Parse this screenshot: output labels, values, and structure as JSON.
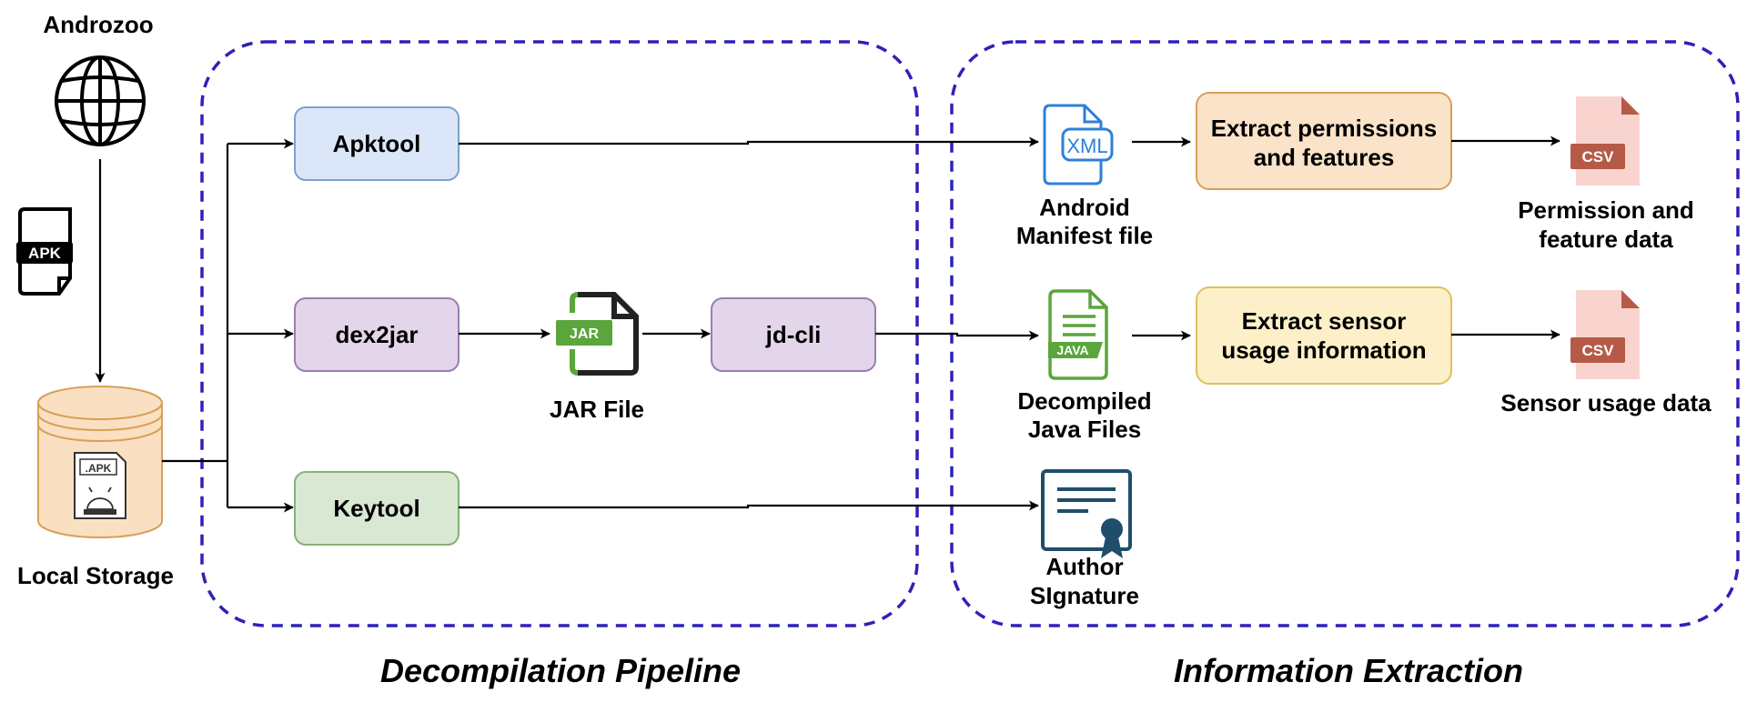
{
  "source": {
    "label": "Androzoo",
    "icon": "globe-icon"
  },
  "apk_file": {
    "badge": "APK",
    "icon": "apk-file-icon"
  },
  "storage": {
    "label": "Local Storage",
    "badge": ".APK",
    "icon": "database-icon",
    "color": "#fae0c2"
  },
  "sections": {
    "decompilation": {
      "title": "Decompilation Pipeline"
    },
    "extraction": {
      "title": "Information Extraction"
    },
    "border_color": "#2d22b8"
  },
  "tools": {
    "apktool": {
      "label": "Apktool",
      "fill": "#dbe7f9",
      "stroke": "#7fa0cf"
    },
    "dex2jar": {
      "label": "dex2jar",
      "fill": "#e3d5ea",
      "stroke": "#9b7fae"
    },
    "keytool": {
      "label": "Keytool",
      "fill": "#d8e8d3",
      "stroke": "#86b177"
    },
    "jdcli": {
      "label": "jd-cli",
      "fill": "#e3d5ea",
      "stroke": "#9b7fae"
    }
  },
  "jar": {
    "label": "JAR File",
    "badge": "JAR",
    "icon": "jar-file-icon",
    "color": "#5aa53c"
  },
  "manifest": {
    "label_line1": "Android",
    "label_line2": "Manifest file",
    "badge": "XML",
    "icon": "xml-file-icon",
    "color": "#2f7fd8"
  },
  "java": {
    "label_line1": "Decompiled",
    "label_line2": "Java Files",
    "badge": "JAVA",
    "icon": "java-file-icon",
    "color": "#5aa53c"
  },
  "signature": {
    "label_line1": "Author",
    "label_line2": "SIgnature",
    "icon": "certificate-icon",
    "color": "#1f4e6b"
  },
  "processes": {
    "permissions": {
      "line1": "Extract permissions",
      "line2": "and features",
      "fill": "#fae3c8",
      "stroke": "#d9a058"
    },
    "sensor": {
      "line1": "Extract sensor",
      "line2": "usage information",
      "fill": "#fdf0c8",
      "stroke": "#e0c060"
    }
  },
  "outputs": {
    "permission_data": {
      "label_line1": "Permission and",
      "label_line2": "feature data",
      "badge": "CSV",
      "icon": "csv-file-icon",
      "color": "#b55a47"
    },
    "sensor_data": {
      "label": "Sensor usage data",
      "badge": "CSV",
      "icon": "csv-file-icon",
      "color": "#b55a47"
    }
  }
}
